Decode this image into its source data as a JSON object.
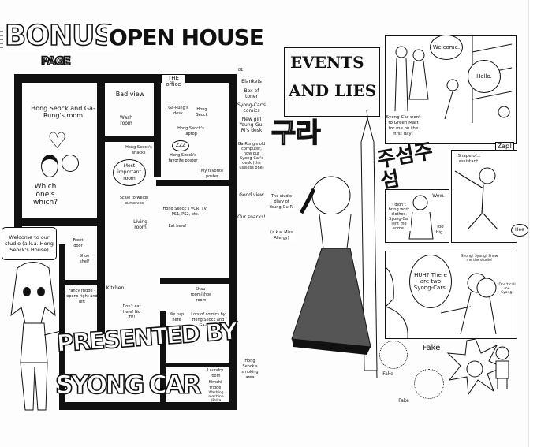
{
  "left_page": {
    "title": {
      "bonus": "BONUS",
      "page": "PAGE",
      "open_house": "OPEN HOUSE"
    },
    "page_number": "81",
    "rooms": {
      "office": "THE office",
      "bad_view": "Bad view",
      "bedroom": "Hong Seock and Ga-Rung's room",
      "wash_room": "Wash room",
      "most_important": "Most important room",
      "living_room": "Living room",
      "kitchen": "Kitchen",
      "which": "Which one's which?"
    },
    "labels": [
      "Blankets",
      "Box of toner",
      "Syong-Car's comics",
      "New girl Young-Gu-Ri's desk",
      "Ga-Rung's old computer, now our Syong-Car's desk (the useless one)",
      "Good view",
      "Our snacks!",
      "Ga-Rung's desk",
      "Hong Seock",
      "Hong Seock's laptop",
      "ZZZ",
      "Hong Seock's favorite poster",
      "My favorite poster",
      "Hong Seock's snacks",
      "Scale to weigh ourselves",
      "Hong Seock's VCR, TV, PS1, PS2, etc.",
      "Eat here!",
      "Front door",
      "Shoe shelf",
      "Fancy fridge - opens right and left",
      "Don't eat here! No TV!",
      "We nap here",
      "Shau-room/shoe room",
      "Lots of comics by Hong Seock and Ga-Rung.",
      "Kimchi fridge",
      "Laundry room",
      "Washing machine (Ddra Cleaner)",
      "Hong Seock's smoking area"
    ],
    "welcome_bubble": "Welcome to our studio (a.k.a. Hong Seock's House)",
    "presented_by": "PRESENTED BY",
    "author": "SYONG CAR"
  },
  "right_page": {
    "title_line1": "EVENTS",
    "title_line2": "AND LIES",
    "korean_title": "구라",
    "sfx_korean": "주섬주섬",
    "studio_diary": "The studio diary of Young-Gu-Ri",
    "aka": "(a.k.a. Miss Allergy)",
    "panel1": {
      "welcome": "Welcome.",
      "hello": "Hello.",
      "caption": "Syong-Car went to Green Mart for me on the first day!"
    },
    "panel2": {
      "zap": "Zap!",
      "shape": "Shape of... assistant!",
      "hee": "Hee"
    },
    "panel3": {
      "wow": "Wow.",
      "clothes": "I didn't bring work clothes. Syong-Car lent me some.",
      "too_big": "Too big."
    },
    "panel4": {
      "huh": "HUH? There are two Syong-Cars.",
      "show": "Syong! Syong! Show me the studio!",
      "dont": "Don't call me Syong."
    },
    "fakes": [
      "Fake",
      "Fake",
      "Fake"
    ]
  }
}
